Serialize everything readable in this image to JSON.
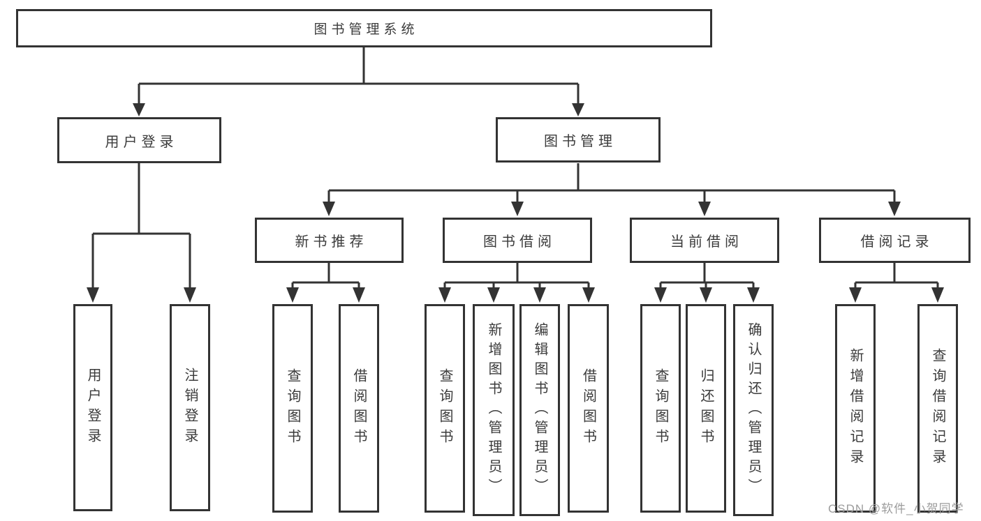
{
  "tree": {
    "root": {
      "label": "图书管理系统",
      "children": [
        {
          "label": "用户登录",
          "children": [
            {
              "label": "用户登录"
            },
            {
              "label": "注销登录"
            }
          ]
        },
        {
          "label": "图书管理",
          "children": [
            {
              "label": "新书推荐",
              "children": [
                {
                  "label": "查询图书"
                },
                {
                  "label": "借阅图书"
                }
              ]
            },
            {
              "label": "图书借阅",
              "children": [
                {
                  "label": "查询图书"
                },
                {
                  "label": "新增图书（管理员）"
                },
                {
                  "label": "编辑图书（管理员）"
                },
                {
                  "label": "借阅图书"
                }
              ]
            },
            {
              "label": "当前借阅",
              "children": [
                {
                  "label": "查询图书"
                },
                {
                  "label": "归还图书"
                },
                {
                  "label": "确认归还（管理员）"
                }
              ]
            },
            {
              "label": "借阅记录",
              "children": [
                {
                  "label": "新增借阅记录"
                },
                {
                  "label": "查询借阅记录"
                }
              ]
            }
          ]
        }
      ]
    }
  },
  "watermark": {
    "text": "CSDN @软件_小贺同学"
  },
  "colors": {
    "line": "#333333",
    "text": "#3b3b3b",
    "watermark": "#9c9c9c",
    "bg": "#ffffff"
  }
}
